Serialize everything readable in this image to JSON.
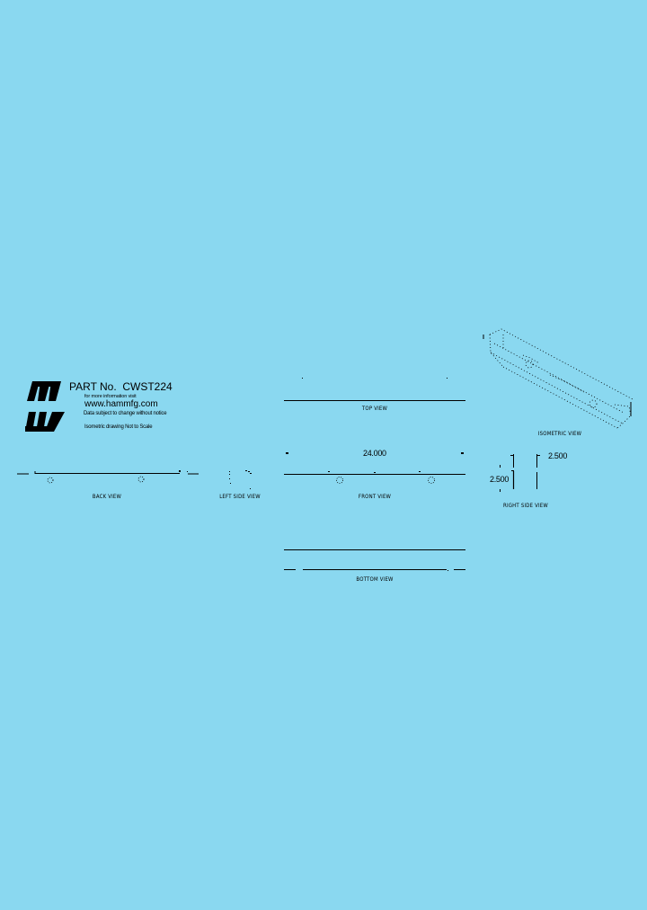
{
  "title_block": {
    "logo": "hammond-hw-logo-icon",
    "part_label": "PART No.",
    "part_number": "CWST224",
    "info_line": "for more information visit",
    "website": "www.hammfg.com",
    "disclaimer": "Data subject to change without notice",
    "scale_note": "Isometric drawing Not to Scale"
  },
  "views": {
    "back": {
      "label": "BACK VIEW"
    },
    "left_side": {
      "label": "LEFT SIDE VIEW"
    },
    "top": {
      "label": "TOP VIEW"
    },
    "front": {
      "label": "FRONT VIEW",
      "dimension_length": "24.000"
    },
    "bottom": {
      "label": "BOTTOM VIEW"
    },
    "isometric": {
      "label": "ISOMETRIC VIEW"
    },
    "right_side": {
      "label": "RIGHT SIDE VIEW",
      "dimension_height": "2.500",
      "dimension_width": "2.500"
    }
  },
  "colors": {
    "background": "#8AD8F0",
    "line": "#000000"
  }
}
